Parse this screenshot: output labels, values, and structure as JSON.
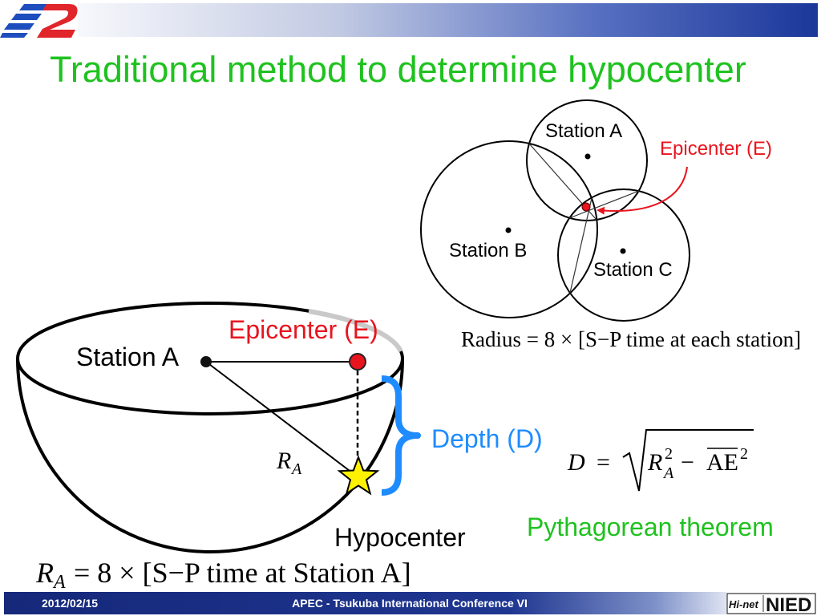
{
  "slide": {
    "title": "Traditional method to determine hypocenter"
  },
  "top_diagram": {
    "station_a": "Station A",
    "station_b": "Station B",
    "station_c": "Station C",
    "epicenter_label": "Epicenter (E)",
    "radius_formula": "Radius = 8 × [S−P time at each station]"
  },
  "bowl_diagram": {
    "station_label": "Station A",
    "epicenter_label": "Epicenter (E)",
    "radius_symbol": "R",
    "radius_subscript": "A",
    "depth_label": "Depth (D)",
    "hypocenter_label": "Hypocenter"
  },
  "depth_formula": {
    "lhs": "D",
    "equals": "=",
    "r": "R",
    "r_superscript": "2",
    "r_subscript": "A",
    "minus": "−",
    "ae": "AE",
    "ae_superscript": "2"
  },
  "theorem_label": "Pythagorean theorem",
  "ra_formula": {
    "r": "R",
    "subscript": "A",
    "rhs": "= 8 × [S−P time at Station A]"
  },
  "footer": {
    "date": "2012/02/15",
    "conference": "APEC - Tsukuba International Conference VI",
    "logo_hinet": "Hi-net",
    "logo_nied": "NIED"
  },
  "colors": {
    "title_green": "#1fc21f",
    "epicenter_red": "#e8141e",
    "depth_blue": "#1e8cff",
    "header_blue": "#1b3799",
    "footer_navy": "#15287a",
    "star_yellow": "#fff200"
  }
}
